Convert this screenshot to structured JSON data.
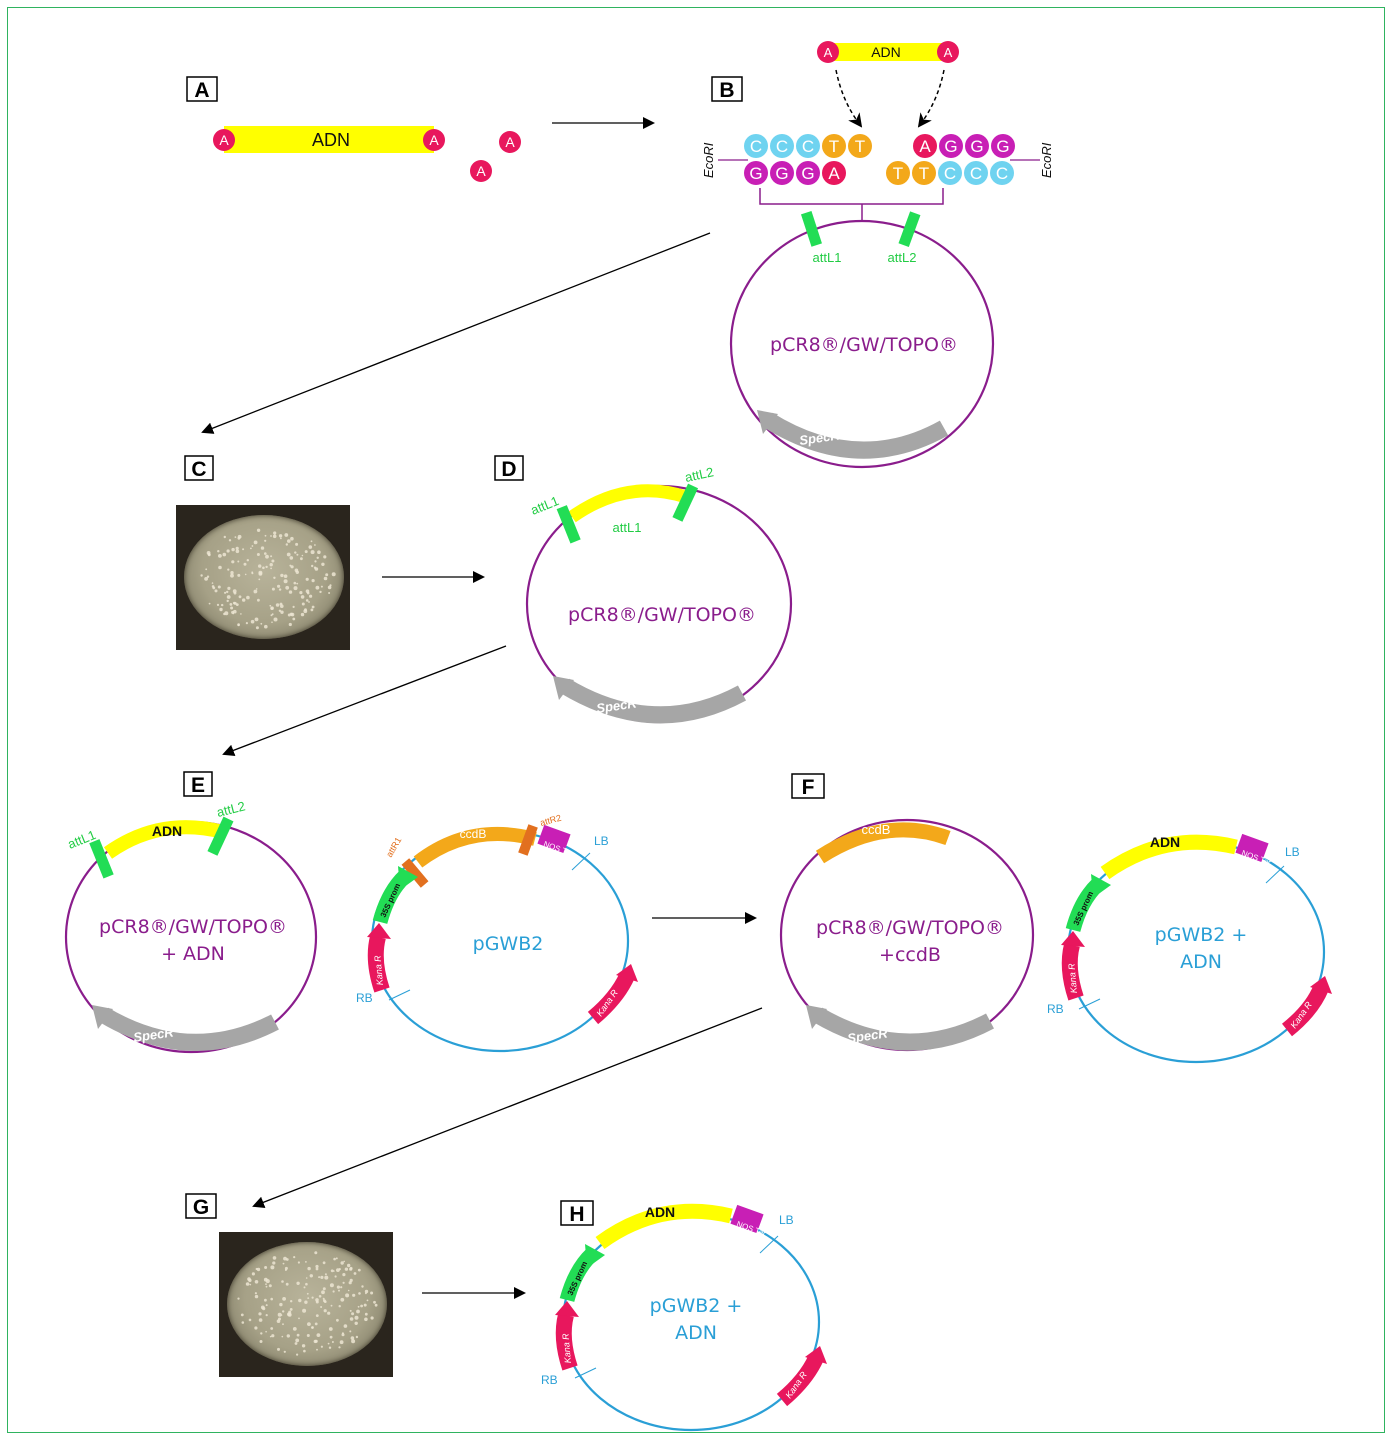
{
  "colors": {
    "frame": "#2fb35f",
    "pcr8": "#8a1d8c",
    "pgwb2": "#2a9fd6",
    "insert": "#ffff00",
    "att_green": "#22dd55",
    "adenine": "#e8175d",
    "cytosine": "#6fd3f0",
    "thymine": "#f3a81a",
    "guanine": "#c81fb5",
    "specr": "#a6a6a6",
    "ccdb": "#f3a81a",
    "nos": "#c81fb5",
    "kana": "#e8175d",
    "promoter": "#22dd55"
  },
  "panels": {
    "A": {
      "letter": "A",
      "insert_label": "ADN",
      "a_label": "A"
    },
    "B": {
      "letter": "B",
      "top_insert_label": "ADN",
      "a_label": "A",
      "ecori_left": "EcoRI",
      "ecori_right": "EcoRI",
      "left_top_strand": [
        "C",
        "C",
        "C",
        "T",
        "T"
      ],
      "left_bottom_strand": [
        "G",
        "G",
        "G",
        "A"
      ],
      "right_top_strand": [
        "A",
        "G",
        "G",
        "G"
      ],
      "right_bottom_strand": [
        "T",
        "T",
        "C",
        "C",
        "C"
      ],
      "att1": "attL1",
      "att2": "attL2",
      "plasmid_name": "pCR8®/GW/TOPO®",
      "marker": "SpecR"
    },
    "C": {
      "letter": "C"
    },
    "D": {
      "letter": "D",
      "att1_outer": "attL1",
      "att2_outer": "attL2",
      "att1_inner": "attL1",
      "plasmid_name": "pCR8®/GW/TOPO®",
      "marker": "SpecR"
    },
    "E": {
      "letter": "E",
      "left": {
        "att1": "attL1",
        "att2": "attL2",
        "insert_label": "ADN",
        "name_line1": "pCR8®/GW/TOPO®",
        "name_line2": "+ ADN",
        "marker": "SpecR"
      },
      "right": {
        "attr1": "attR1",
        "attr2": "attR2",
        "ccdb": "ccdB",
        "nos": "NOS Ter",
        "lb": "LB",
        "rb": "RB",
        "promoter": "35S prom",
        "kana_left": "Kana R",
        "kana_right": "Kana R",
        "plasmid_name": "pGWB2"
      }
    },
    "F": {
      "letter": "F",
      "left": {
        "ccdb": "ccdB",
        "name_line1": "pCR8®/GW/TOPO®",
        "name_line2": "+ccdB",
        "marker": "SpecR"
      },
      "right": {
        "insert_label": "ADN",
        "nos": "NOS Ter",
        "lb": "LB",
        "rb": "RB",
        "promoter": "35S prom",
        "kana_left": "Kana R",
        "kana_right": "Kana R",
        "name_line1": "pGWB2 +",
        "name_line2": "ADN"
      }
    },
    "G": {
      "letter": "G"
    },
    "H": {
      "letter": "H",
      "insert_label": "ADN",
      "nos": "NOS Ter",
      "lb": "LB",
      "rb": "RB",
      "promoter": "35S prom",
      "kana_left": "Kana R",
      "kana_right": "Kana R",
      "name_line1": "pGWB2 +",
      "name_line2": "ADN"
    }
  }
}
